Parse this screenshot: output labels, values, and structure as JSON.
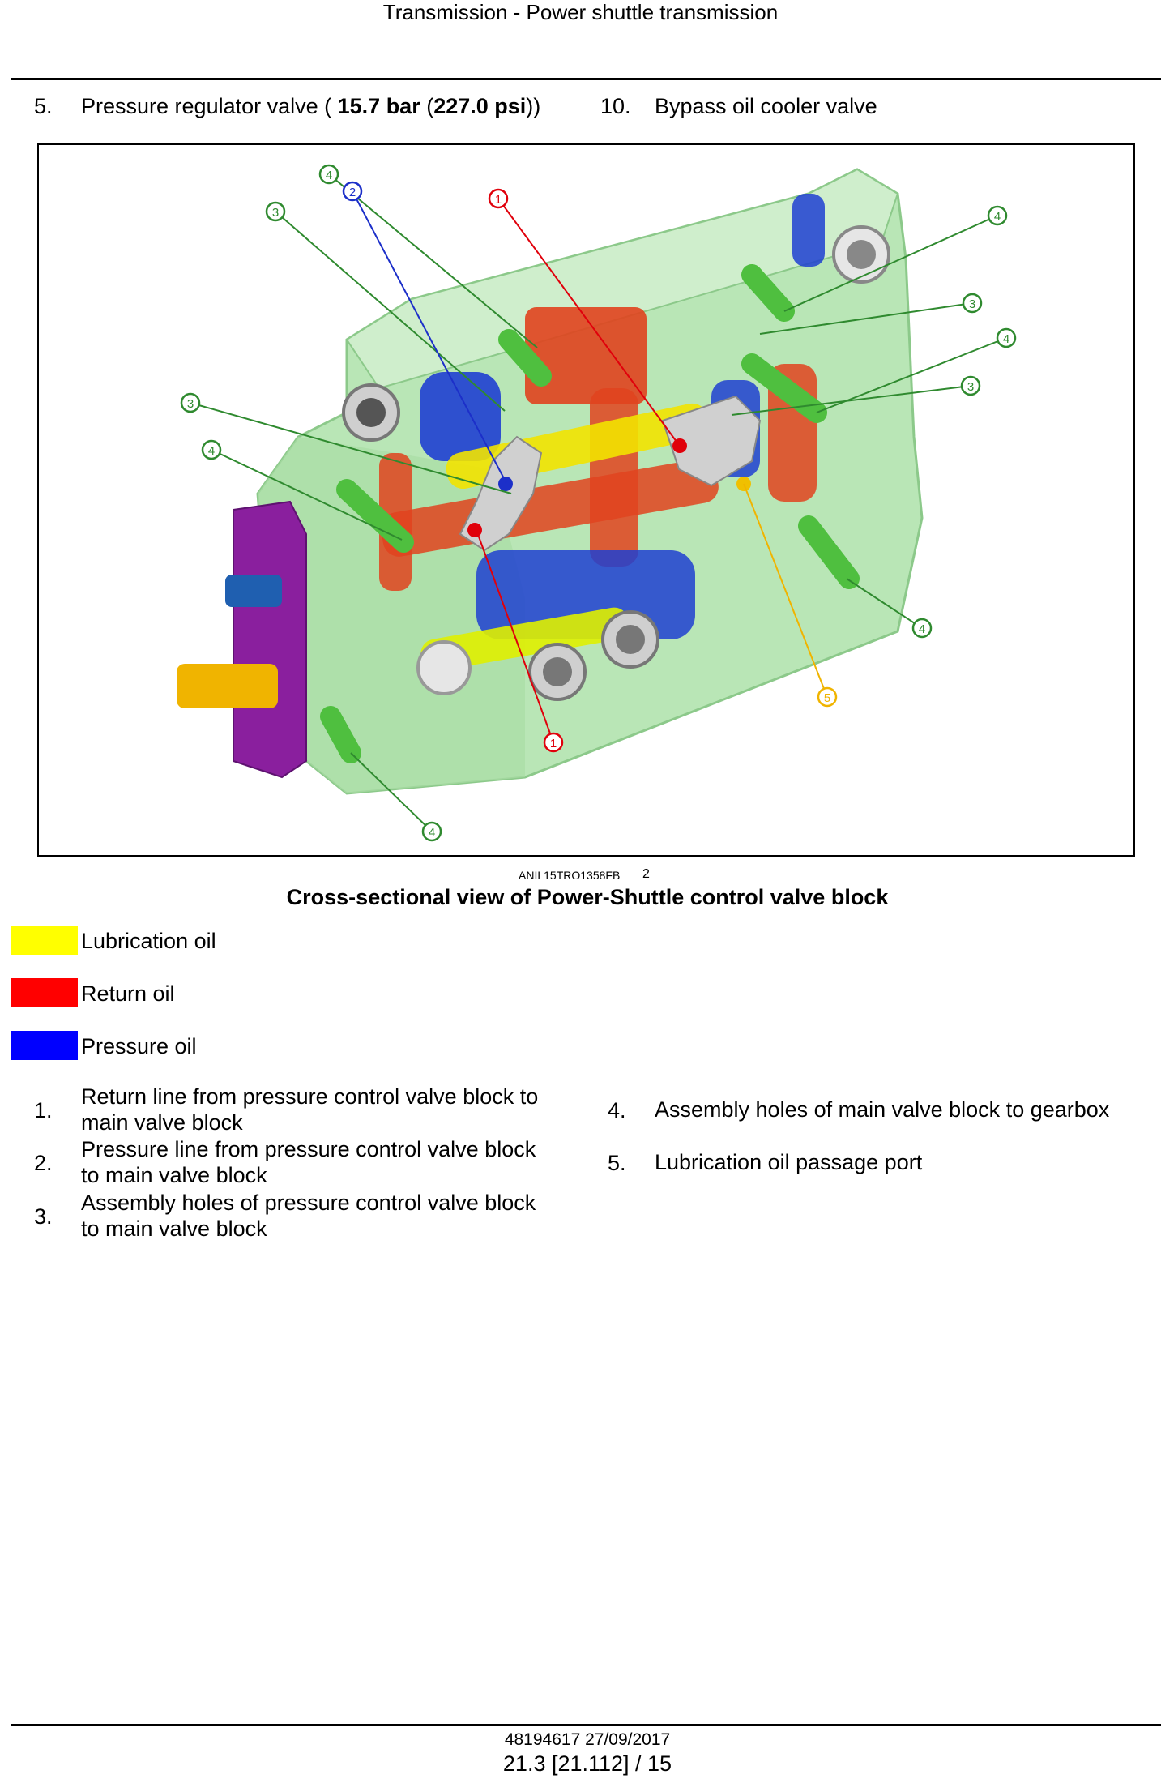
{
  "header": {
    "title": "Transmission - Power shuttle transmission"
  },
  "top_items": [
    {
      "number": "5.",
      "label_pre": "Pressure regulator valve ( ",
      "value_bar": "15.7 bar",
      "paren_open": " (",
      "value_psi": "227.0 psi",
      "paren_close": "))"
    },
    {
      "number": "10.",
      "label": "Bypass oil cooler valve"
    }
  ],
  "figure": {
    "code": "ANIL15TRO1358FB",
    "number": "2",
    "caption": "Cross-sectional view of Power-Shuttle control valve block",
    "callouts": [
      "1",
      "2",
      "3",
      "4",
      "5"
    ],
    "colors": {
      "body": "#b9e6b6",
      "red": "#e0431e",
      "blue": "#1f3fd1",
      "yellow": "#f2e300",
      "green_leader": "#2f8a2f",
      "purple_plate": "#8a1f9e",
      "orange_callout": "#f0b400"
    }
  },
  "legend": [
    {
      "color": "#ffff00",
      "label": "Lubrication oil"
    },
    {
      "color": "#ff0000",
      "label": "Return oil"
    },
    {
      "color": "#0000ff",
      "label": "Pressure oil"
    }
  ],
  "items_left": [
    {
      "number": "1.",
      "line1": "Return line from pressure control valve block to",
      "line2": "main valve block"
    },
    {
      "number": "2.",
      "line1": "Pressure line from pressure control valve block",
      "line2": "to main valve block"
    },
    {
      "number": "3.",
      "line1": "Assembly holes of pressure control valve block",
      "line2": "to main valve block"
    }
  ],
  "items_right": [
    {
      "number": "4.",
      "label": "Assembly holes of main valve block to gearbox"
    },
    {
      "number": "5.",
      "label": "Lubrication oil passage port"
    }
  ],
  "footer": {
    "code": "48194617 27/09/2017",
    "page": "21.3 [21.112] / 15"
  }
}
